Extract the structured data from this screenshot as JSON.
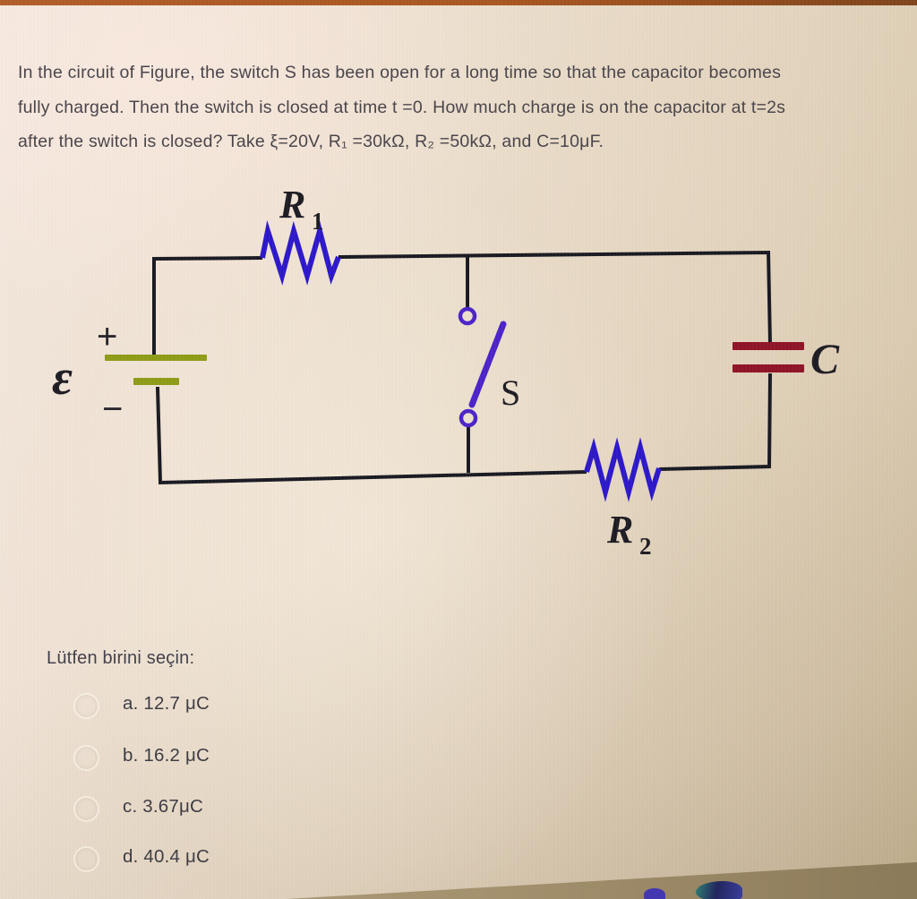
{
  "question": {
    "lines": [
      "In the circuit of Figure, the switch S has been open for a long time so that the capacitor becomes",
      "fully charged. Then the switch is closed at time t =0. How much charge is on the capacitor at t=2s",
      "after the switch is closed? Take ξ=20V, R₁ =30kΩ, R₂ =50kΩ, and C=10μF."
    ]
  },
  "circuit": {
    "labels": {
      "emf": "ε",
      "plus": "+",
      "minus": "−",
      "r1_main": "R",
      "r1_sub": "1",
      "r2_main": "R",
      "r2_sub": "2",
      "switch": "S",
      "capacitor": "C"
    },
    "colors": {
      "wire": "#181820",
      "resistor": "#2b16c9",
      "switch_blue": "#4a22c8",
      "battery_plate": "#8d9b16",
      "capacitor_plate": "#8e1226"
    }
  },
  "prompt": "Lütfen birini seçin:",
  "options": [
    {
      "label": "a. 12.7 μC"
    },
    {
      "label": "b. 16.2 μC"
    },
    {
      "label": "c. 3.67μC"
    },
    {
      "label": "d. 40.4 μC"
    }
  ]
}
